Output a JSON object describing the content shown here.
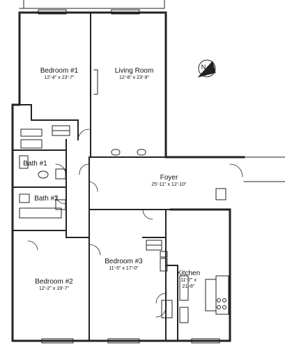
{
  "rooms": {
    "bedroom1": {
      "name": "Bedroom #1",
      "dims": "12'-4\" x 23'-7\""
    },
    "living": {
      "name": "Living Room",
      "dims": "12'-8\" x 23'-9\""
    },
    "foyer": {
      "name": "Foyer",
      "dims": "25'-11\" x 12'-10\""
    },
    "bath1": {
      "name": "Bath #1"
    },
    "bath2": {
      "name": "Bath #2"
    },
    "bedroom2": {
      "name": "Bedroom #2",
      "dims": "12'-2\" x 19'-7\""
    },
    "bedroom3": {
      "name": "Bedroom #3",
      "dims": "11'-5\" x 17'-0\""
    },
    "kitchen": {
      "name": "Kitchen",
      "dims_line1": "11'-7\" x",
      "dims_line2": "21'-6\""
    }
  },
  "compass": {
    "label": "N"
  }
}
